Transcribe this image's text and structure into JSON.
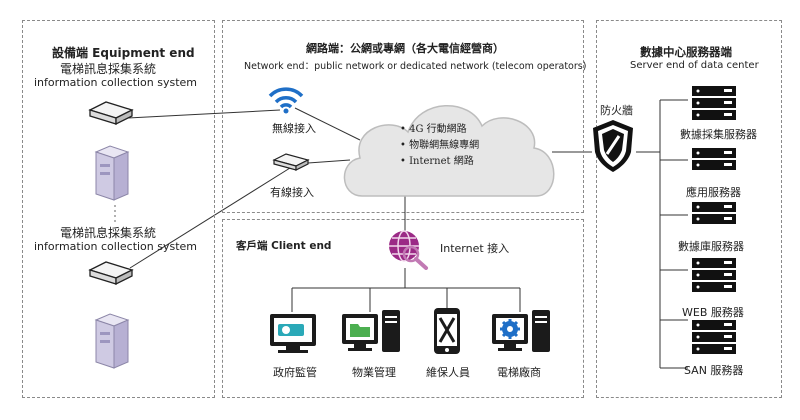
{
  "equipment": {
    "title": "設備端  Equipment end",
    "system_zh_1": "電梯訊息採集系統",
    "system_en_1": "information collection system",
    "system_zh_2": "電梯訊息採集系統",
    "system_en_2": "information collection system"
  },
  "network": {
    "title": "網路端：公網或專網（各大電信經營商）",
    "subtitle": "Network end：public network or dedicated network (telecom operators)",
    "wireless_label": "無線接入",
    "wired_label": "有線接入",
    "cloud_items": [
      "4G 行動網路",
      "物聯網無線專網",
      "Internet 網路"
    ]
  },
  "client": {
    "title": "客戶端 Client end",
    "internet_label": "Internet 接入",
    "terminals": [
      "政府監管",
      "物業管理",
      "維保人員",
      "電梯廠商"
    ]
  },
  "datacenter": {
    "title": "數據中心服務器端",
    "subtitle": "Server end of data center",
    "firewall_label": "防火牆",
    "servers": [
      "數據採集服務器",
      "應用服務器",
      "數據庫服務器",
      "WEB 服務器",
      "SAN 服務器"
    ]
  }
}
